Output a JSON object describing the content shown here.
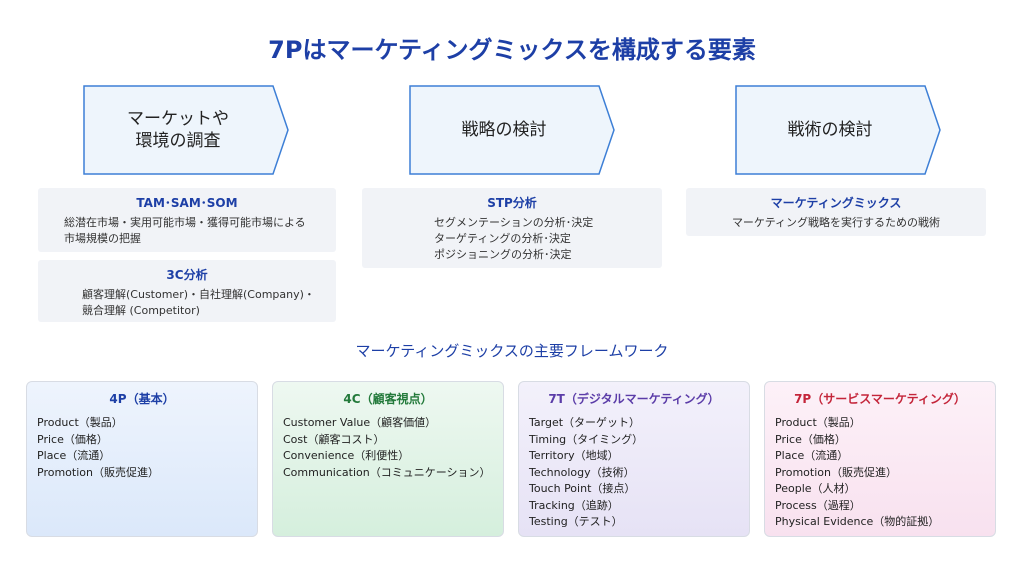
{
  "title": "7Pはマーケティングミックスを構成する要素",
  "steps": [
    {
      "label": "マーケットや\n環境の調査"
    },
    {
      "label": "戦略の検討"
    },
    {
      "label": "戦術の検討"
    }
  ],
  "cards": {
    "tam": {
      "title": "TAM･SAM･SOM",
      "lines": [
        "総潜在市場・実用可能市場・獲得可能市場による",
        "市場規模の把握"
      ]
    },
    "c3": {
      "title": "3C分析",
      "lines": [
        "顧客理解(Customer)・自社理解(Company)・",
        "競合理解 (Competitor)"
      ]
    },
    "stp": {
      "title": "STP分析",
      "lines": [
        "セグメンテーションの分析･決定",
        "ターゲティングの分析･決定",
        "ポジショニングの分析･決定"
      ]
    },
    "mix": {
      "title": "マーケティングミックス",
      "lines": [
        "マーケティング戦略を実行するための戦術"
      ]
    }
  },
  "subtitle": "マーケティングミックスの主要フレームワーク",
  "frameworks": [
    {
      "title": "4P（基本）",
      "title_color": "#1d3fa6",
      "bg_top": "#eef4fd",
      "bg_bottom": "#dbe8fa",
      "items": [
        "Product（製品）",
        "Price（価格）",
        "Place（流通）",
        "Promotion（販売促進）"
      ]
    },
    {
      "title": "4C（顧客視点）",
      "title_color": "#237a3b",
      "bg_top": "#eef8f1",
      "bg_bottom": "#d5efdd",
      "items": [
        "Customer Value（顧客価値）",
        "Cost（顧客コスト）",
        "Convenience（利便性）",
        "Communication（コミュニケーション）"
      ]
    },
    {
      "title": "7T（デジタルマーケティング）",
      "title_color": "#5b3ca8",
      "bg_top": "#f3f1fb",
      "bg_bottom": "#e6e2f5",
      "items": [
        "Target（ターゲット）",
        "Timing（タイミング）",
        "Territory（地域）",
        "Technology（技術）",
        "Touch Point（接点）",
        "Tracking（追跡）",
        "Testing（テスト）"
      ]
    },
    {
      "title": "7P（サービスマーケティング）",
      "title_color": "#c4253a",
      "bg_top": "#fdf1f8",
      "bg_bottom": "#f8e1ef",
      "items": [
        "Product（製品）",
        "Price（価格）",
        "Place（流通）",
        "Promotion（販売促進）",
        "People（人材）",
        "Process（過程）",
        "Physical Evidence（物的証拠）"
      ]
    }
  ]
}
